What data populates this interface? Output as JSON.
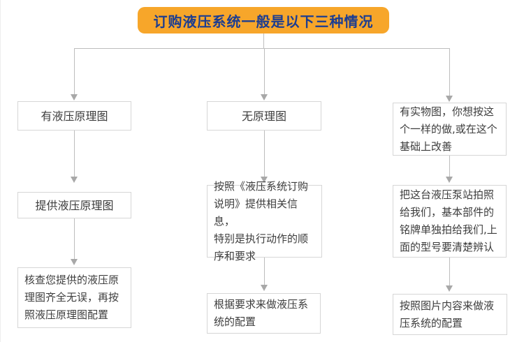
{
  "header": {
    "title": "订购液压系统一般是以下三种情况",
    "bg_color": "#f7a62a",
    "text_color": "#1c3d91"
  },
  "flowchart": {
    "columns": [
      {
        "name": "case-has-hydraulic-schematic",
        "steps": [
          "有液压原理图",
          "提供液压原理图",
          "核查您提供的液压原\n理图齐全无误，再按\n照液压原理图配置"
        ]
      },
      {
        "name": "case-no-schematic",
        "steps": [
          "无原理图",
          "按照《液压系统订购\n说明》提供相关信息，\n特别是执行动作的顺\n序和要求",
          "根据要求来做液压系\n统的配置"
        ]
      },
      {
        "name": "case-has-photo",
        "steps": [
          "有实物图，你想按这\n个一样的做,或在这个\n基础上改善",
          "把这台液压泵站拍照\n给我们，基本部件的\n铭牌单独拍给我们,上\n面的型号要清楚辨认",
          "按照图片内容来做液\n压系统的配置"
        ]
      }
    ]
  },
  "colors": {
    "box_border": "#d6d6d6",
    "box_text": "#3d3d3d",
    "connector_line": "#bdbdbd",
    "arrow_head": "#a8a8a8"
  }
}
